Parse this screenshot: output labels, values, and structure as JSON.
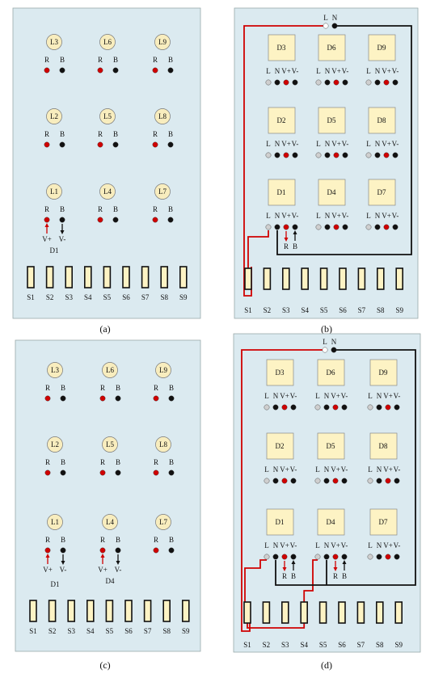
{
  "colors": {
    "panel_fill": "#dbeaf0",
    "lamp_fill": "#f8edbe",
    "device_fill": "#fdf3c4",
    "red": "#d00000",
    "black": "#111111",
    "gray": "#cfcfcf"
  },
  "switches": [
    "S1",
    "S2",
    "S3",
    "S4",
    "S5",
    "S6",
    "S7",
    "S8",
    "S9"
  ],
  "lamps": [
    "L3",
    "L6",
    "L9",
    "L2",
    "L5",
    "L8",
    "L1",
    "L4",
    "L7"
  ],
  "devices": [
    "D3",
    "D6",
    "D9",
    "D2",
    "D5",
    "D8",
    "D1",
    "D4",
    "D7"
  ],
  "lamp_terminals": [
    "R",
    "B"
  ],
  "device_terminals": [
    "L",
    "N",
    "V+",
    "V-"
  ],
  "supply_labels": [
    "L",
    "N"
  ],
  "arrow_labels": [
    "V+",
    "V-"
  ],
  "device_arrow_labels": [
    "R",
    "B"
  ],
  "lamp_panel_device_label_a": "D1",
  "lamp_panel_device_labels_c": [
    "D1",
    "D4"
  ],
  "captions": [
    "(a)",
    "(b)",
    "(c)",
    "(d)"
  ]
}
